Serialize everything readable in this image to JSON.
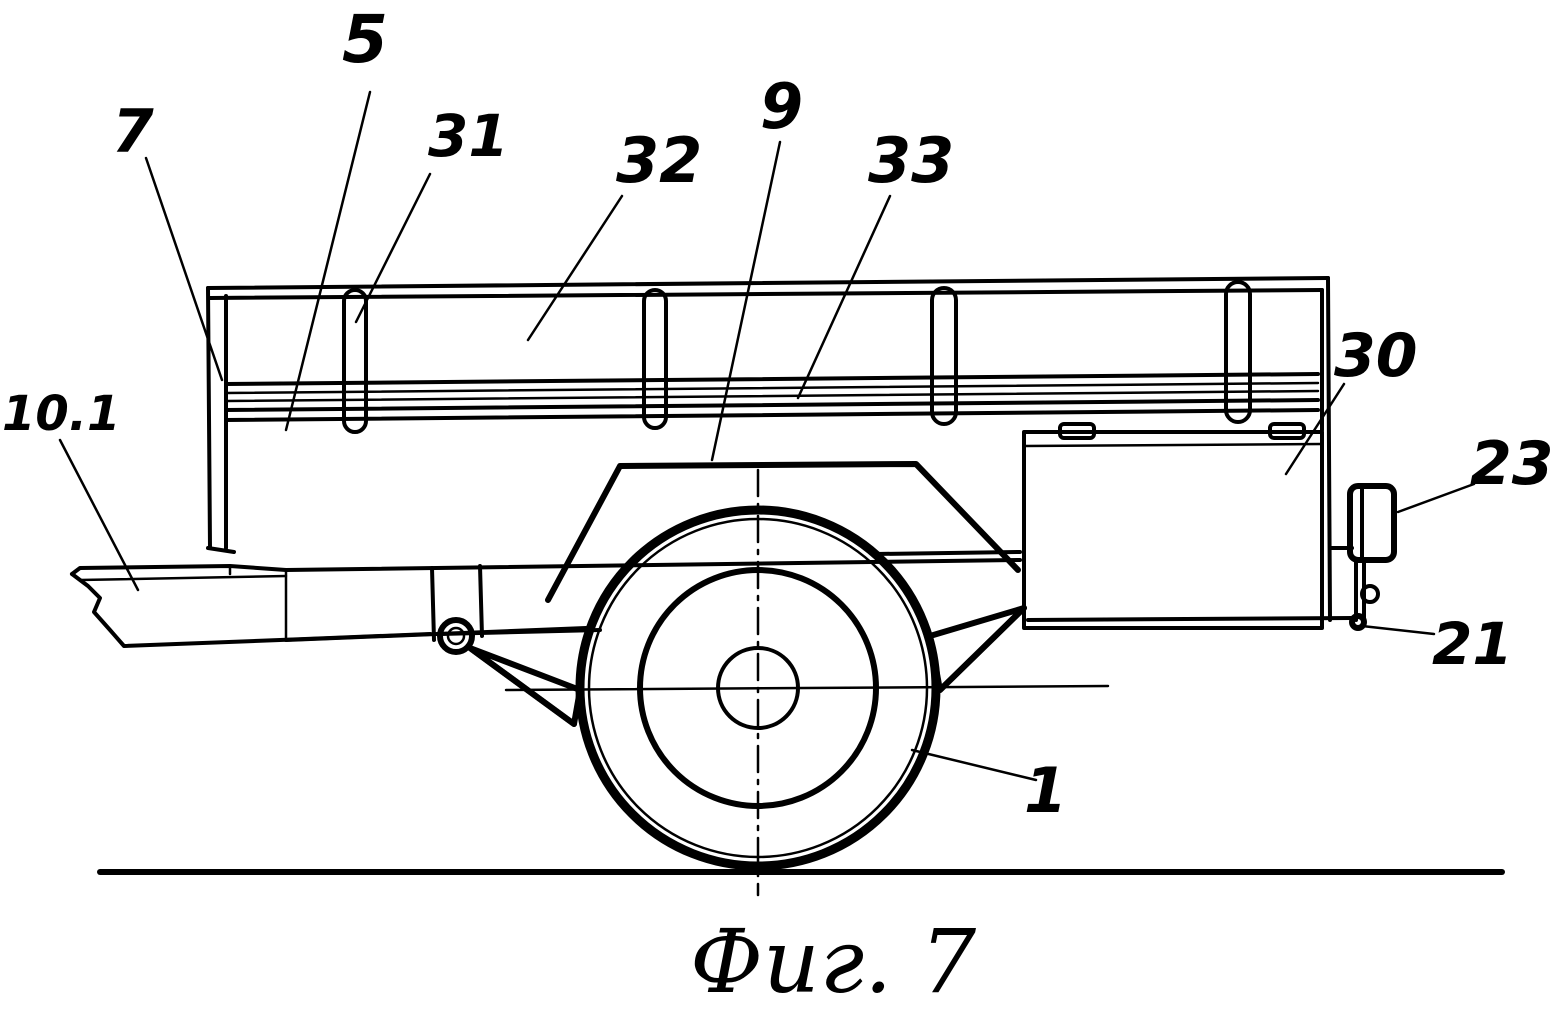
{
  "figure": {
    "caption": "Фиг. 7",
    "labels": {
      "l7": "7",
      "l5": "5",
      "l31": "31",
      "l32": "32",
      "l9": "9",
      "l33": "33",
      "l30": "30",
      "l23": "23",
      "l101": "10.1",
      "l21": "21",
      "l1": "1"
    }
  }
}
